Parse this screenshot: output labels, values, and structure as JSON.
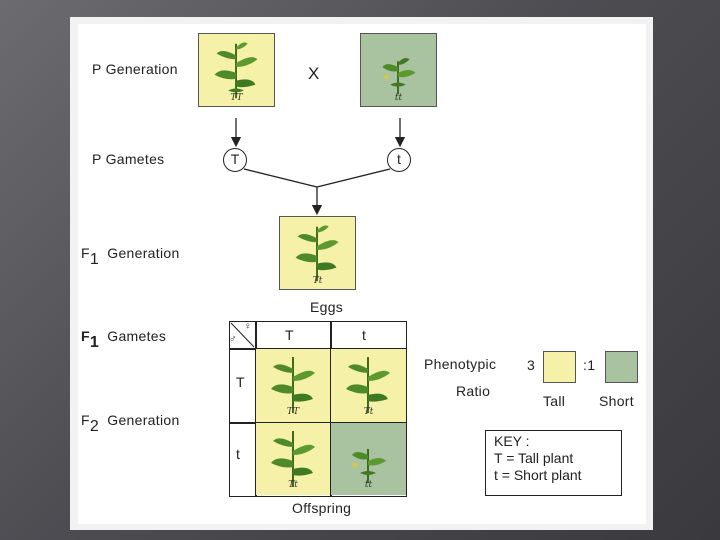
{
  "labels": {
    "p_generation": "P Generation",
    "cross": "X",
    "p_gametes": "P Gametes",
    "f1_sub": "F",
    "f1_subscript": "1",
    "f1_generation_text": "Generation",
    "f1_gametes_text": "Gametes",
    "f2_sub": "F",
    "f2_subscript": "2",
    "f2_generation_text": "Generation",
    "eggs": "Eggs",
    "offspring": "Offspring",
    "female_symbol": "♀",
    "male_symbol": "♂"
  },
  "gametes": {
    "p_left": "T",
    "p_right": "t"
  },
  "punnett": {
    "col_headers": [
      "T",
      "t"
    ],
    "row_headers": [
      "T",
      "t"
    ],
    "cells": [
      {
        "genotype": "TT",
        "phenotype": "tall"
      },
      {
        "genotype": "Tt",
        "phenotype": "tall"
      },
      {
        "genotype": "Tt",
        "phenotype": "tall"
      },
      {
        "genotype": "tt",
        "phenotype": "short"
      }
    ]
  },
  "plants": {
    "p_tall_genotype": "TT",
    "p_short_genotype": "tt",
    "f1_genotype": "Tt"
  },
  "ratio": {
    "title_line1": "Phenotypic",
    "title_line2": "Ratio",
    "tall_count": "3",
    "short_count": ":1",
    "tall_label": "Tall",
    "short_label": "Short"
  },
  "key": {
    "title": "KEY :",
    "line1": "T = Tall plant",
    "line2": "t = Short plant"
  },
  "colors": {
    "tall": "#f6f1a8",
    "short": "#a9c2a0"
  }
}
